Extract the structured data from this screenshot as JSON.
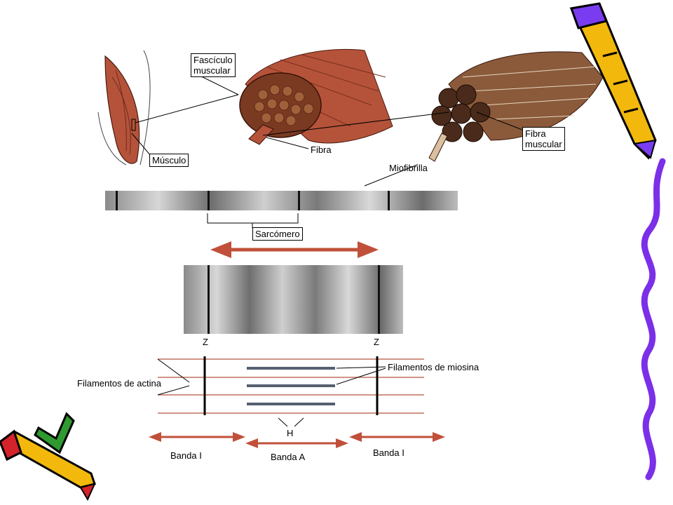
{
  "labels": {
    "fasciculo": "Fascículo\nmuscular",
    "musculo": "Músculo",
    "fibra": "Fibra",
    "fibra_muscular": "Fibra\nmuscular",
    "miofibrilla": "Miofibrilla",
    "sarcomero": "Sarcómero",
    "z_left": "Z",
    "z_right": "Z",
    "actina": "Filamentos de actina",
    "miosina": "Filamentos de miosina",
    "h": "H",
    "banda_i_left": "Banda I",
    "banda_a": "Banda A",
    "banda_i_right": "Banda I"
  },
  "colors": {
    "muscle": "#b5533a",
    "muscle_dark": "#6b2a1a",
    "arrow": "#c0503a",
    "pencil_yellow": "#f2b80c",
    "pencil_purple": "#7a3cf0",
    "pencil_red": "#d4232a",
    "squiggle": "#7b2fe8"
  },
  "icons": [
    "pencil-icon",
    "pencil-icon",
    "check-mark-icon"
  ]
}
